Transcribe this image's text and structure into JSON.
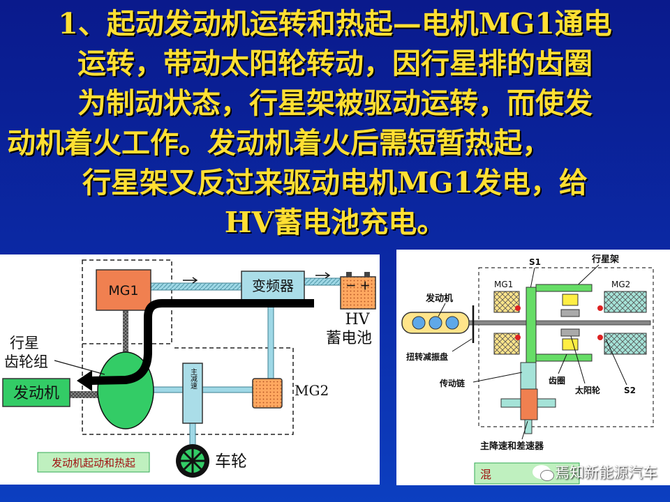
{
  "title": {
    "lines": [
      "1、起动发动机运转和热起—电机MG1通电",
      "运转，带动太阳轮转动，因行星排的齿圈",
      "为制动状态，行星架被驱动运转，而使发",
      "动机着火工作。发动机着火后需短暂热起，",
      "行星架又反过来驱动电机MG1发电，给",
      "HV蓄电池充电。"
    ]
  },
  "left_diagram": {
    "mg1": "MG1",
    "inverter": "变频器",
    "battery_symbols": "－ ＋",
    "battery_line1": "HV",
    "battery_line2": "蓄电池",
    "planetary_line1": "行星",
    "planetary_line2": "齿轮组",
    "engine": "发动机",
    "reducer": "主减速",
    "mg2": "MG2",
    "wheel": "车轮",
    "caption": "发动机起动和热起"
  },
  "right_diagram": {
    "engine": "发动机",
    "s1": "S1",
    "carrier": "行星架",
    "mg1": "MG1",
    "mg2": "MG2",
    "damper": "扭转减振盘",
    "ring_gear": "齿圈",
    "sun_gear": "太阳轮",
    "s2": "S2",
    "chain": "传动链",
    "final_drive": "主降速和差速器",
    "caption_partial": "混"
  },
  "watermark": "焉知新能源汽车",
  "colors": {
    "title": "#ffdf33",
    "background": "#0b2aa6",
    "mg_box": "#f08050",
    "planetary": "#33cc66",
    "engine_box": "#33cc66",
    "inverter": "#aadde8",
    "battery": "#ffaa66"
  }
}
